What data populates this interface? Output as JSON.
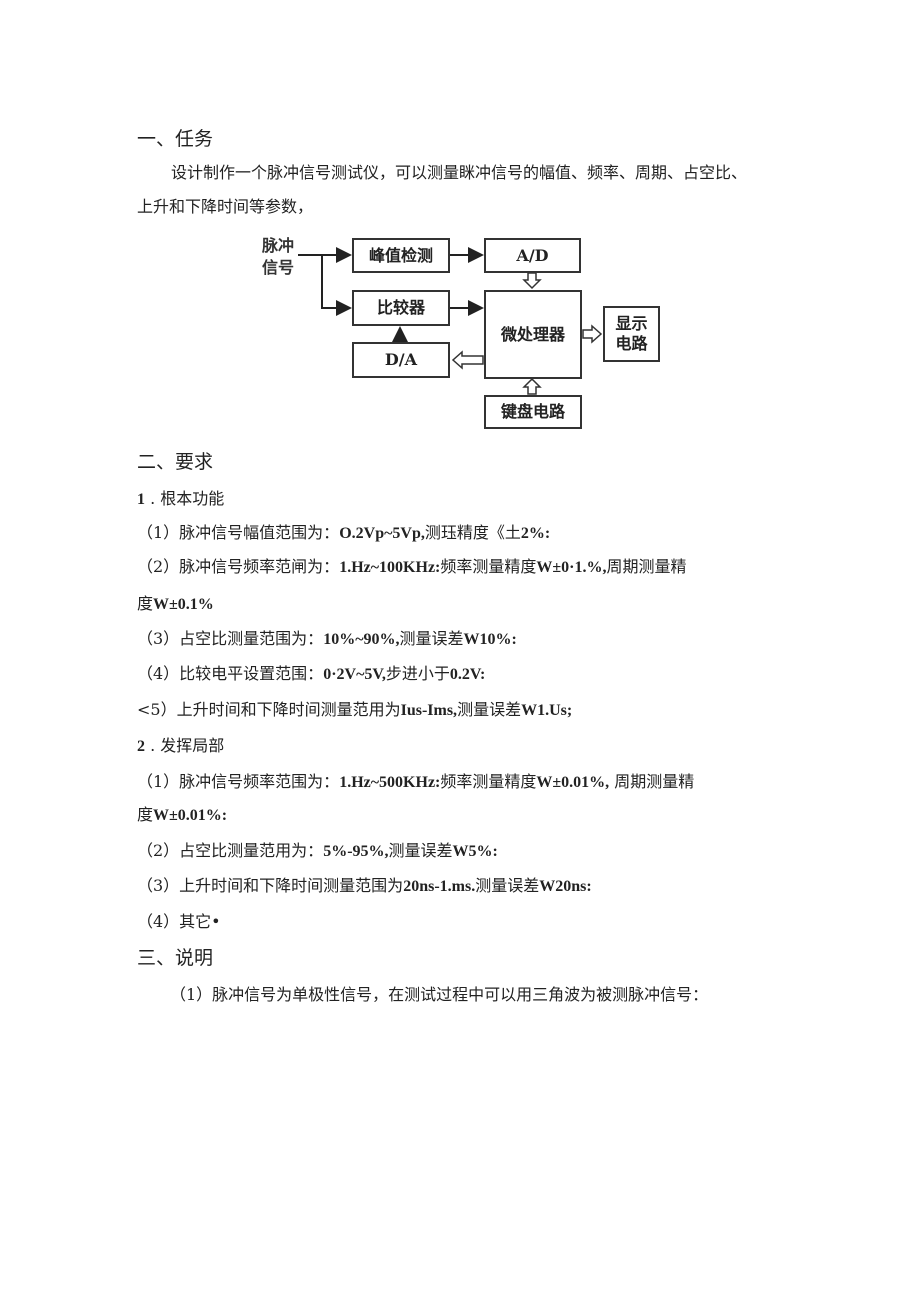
{
  "section1": {
    "heading": "一、任务",
    "para_line1": "设计制作一个脉冲信号测试仪，可以测量眯冲信号的幅值、频率、周期、占空比、",
    "para_line2": "上升和下降时间等参数，"
  },
  "diagram": {
    "input_label_1": "脉冲",
    "input_label_2": "信号",
    "peak_detect": "峰值检测",
    "ad": "A/D",
    "comparator": "比较器",
    "da": "D/A",
    "mcu": "微处理器",
    "display_1": "显示",
    "display_2": "电路",
    "keyboard": "键盘电路"
  },
  "section2": {
    "heading": "二、要求",
    "basic": {
      "title_num": "1",
      "title_text": " . 根本功能",
      "items": [
        {
          "prefix": "（1）脉冲信号幅值范围为：",
          "bold": "O.2Vp~5Vp,",
          "rest": "测珏精度《土",
          "bold2": "2%:",
          "rest2": ""
        },
        {
          "prefix": "（2）脉冲信号频率范闸为：",
          "bold": "1.Hz~100KHz:",
          "rest": "频率测量精度",
          "bold2": "W±0·1.%,",
          "rest2": "周期测量精"
        },
        {
          "prefix": "度",
          "bold": "W±0.1%",
          "rest": "",
          "bold2": "",
          "rest2": ""
        },
        {
          "prefix": "（3）占空比测量范围为：",
          "bold": "10%~90%,",
          "rest": "测量误差",
          "bold2": "W10%:",
          "rest2": ""
        },
        {
          "prefix": "（4）比较电平设置范围：",
          "bold": "0·2V~5V,",
          "rest": "步进小于",
          "bold2": "0.2V:",
          "rest2": ""
        },
        {
          "prefix": "<5）上升时间和下降时间测量范用为",
          "bold": "Ius-Ims,",
          "rest": "测量误差",
          "bold2": "W1.Us;",
          "rest2": ""
        }
      ]
    },
    "extra": {
      "title_num": "2",
      "title_text": " . 发挥局部",
      "items": [
        {
          "prefix": "（1）脉冲信号频率范围为：",
          "bold": "1.Hz~500KHz:",
          "rest": "频率测量精度",
          "bold2": "W±0.01%,",
          "rest2": " 周期测量精"
        },
        {
          "prefix": "度",
          "bold": "W±0.01%:",
          "rest": "",
          "bold2": "",
          "rest2": ""
        },
        {
          "prefix": "（2）占空比测量范用为：",
          "bold": "5%-95%,",
          "rest": "测量误差",
          "bold2": "W5%:",
          "rest2": ""
        },
        {
          "prefix": "（3）上升时间和下降时间测量范围为",
          "bold": "20ns-1.ms.",
          "rest": "测量误差",
          "bold2": "W20ns:",
          "rest2": ""
        },
        {
          "prefix": "（4）其它•",
          "bold": "",
          "rest": "",
          "bold2": "",
          "rest2": ""
        }
      ]
    }
  },
  "section3": {
    "heading": "三、说明",
    "items": [
      {
        "text": "（1）脉冲信号为单极性信号，在测试过程中可以用三角波为被测脉冲信号："
      }
    ]
  }
}
